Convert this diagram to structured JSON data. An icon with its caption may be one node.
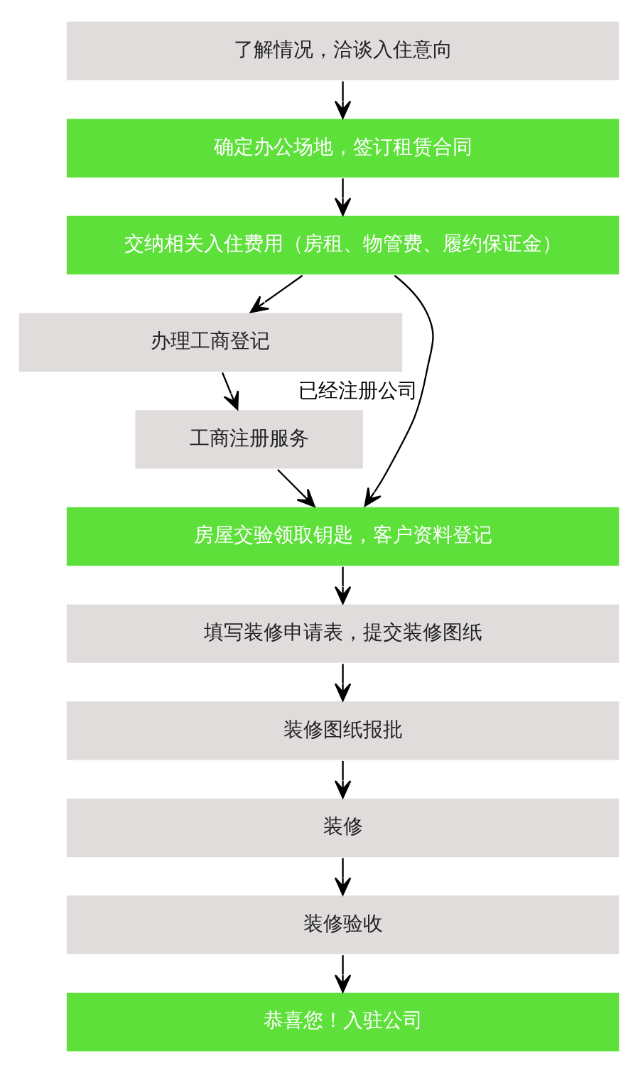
{
  "diagram": {
    "nodes": [
      {
        "text": [
          "了解情况，洽谈入住意向"
        ]
      },
      {
        "text": [
          "确定办公场地，签订租赁合同"
        ]
      },
      {
        "text": [
          "交纳相关入住费用（房租、物管费、履约保证金）"
        ]
      },
      {
        "text": [
          "办理工商登记"
        ]
      },
      {
        "text": [
          "工商注册服务"
        ]
      },
      {
        "text": [
          "房屋交验领取钥匙，客户资料登记"
        ]
      },
      {
        "text": [
          "填写装修申请表，提交装修图纸"
        ]
      },
      {
        "text": [
          "装修图纸报批"
        ]
      },
      {
        "text": [
          "装修"
        ]
      },
      {
        "text": [
          "装修验收"
        ]
      },
      {
        "text": [
          "恭喜您！入驻公司"
        ]
      }
    ],
    "edges": [
      {
        "from": 0,
        "to": 1,
        "arrow": "to"
      },
      {
        "from": 1,
        "to": 2,
        "arrow": "to"
      },
      {
        "from": 2,
        "to": 3,
        "arrow": "to"
      },
      {
        "from": 3,
        "to": 4,
        "arrow": "to"
      },
      {
        "from": 4,
        "to": 5,
        "arrow": "to"
      },
      {
        "from": 2,
        "to": 5,
        "arrow": "to",
        "label": "已经注册公司"
      },
      {
        "from": 5,
        "to": 6,
        "arrow": "to"
      },
      {
        "from": 6,
        "to": 7,
        "arrow": "to"
      },
      {
        "from": 7,
        "to": 8,
        "arrow": "to"
      },
      {
        "from": 8,
        "to": 9,
        "arrow": "to"
      },
      {
        "from": 9,
        "to": 10,
        "arrow": "to"
      }
    ]
  }
}
